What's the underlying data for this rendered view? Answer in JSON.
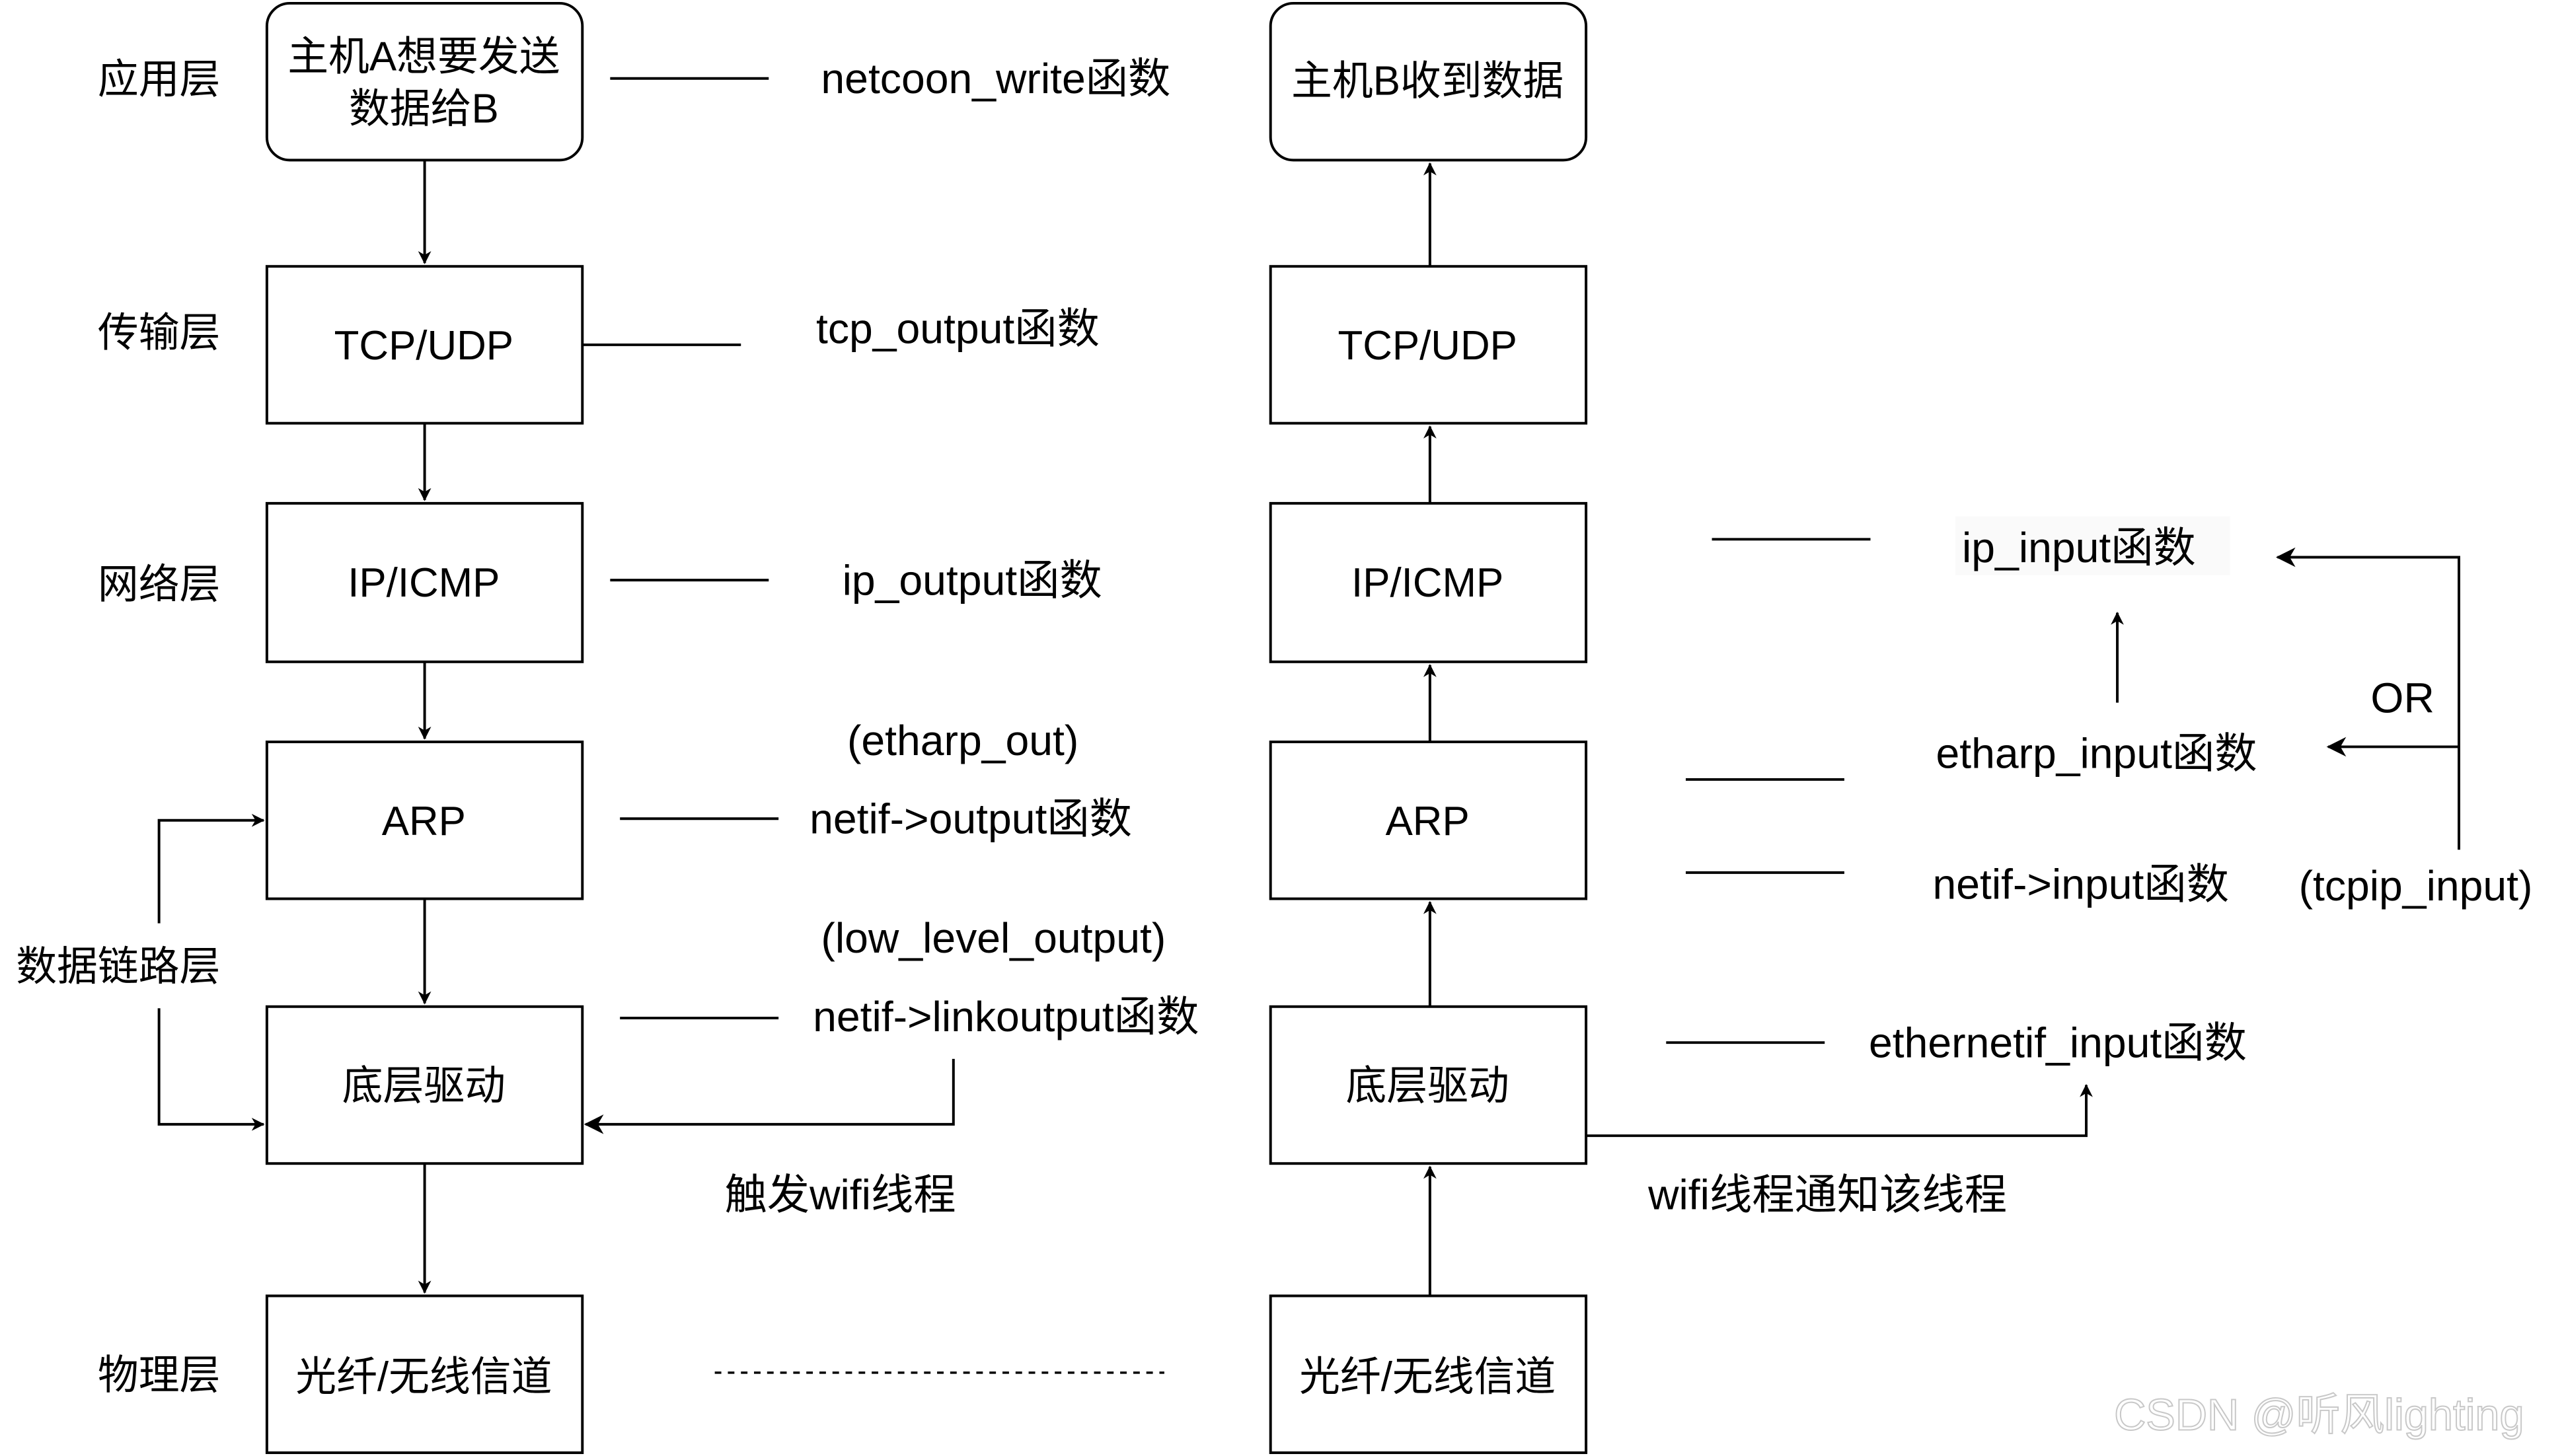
{
  "layers": {
    "application": "应用层",
    "transport": "传输层",
    "network": "网络层",
    "datalink": "数据链路层",
    "physical": "物理层"
  },
  "host_a": {
    "app_line1": "主机A想要发送",
    "app_line2": "数据给B",
    "transport": "TCP/UDP",
    "network": "IP/ICMP",
    "arp": "ARP",
    "driver": "底层驱动",
    "physical": "光纤/无线信道"
  },
  "host_b": {
    "app": "主机B收到数据",
    "transport": "TCP/UDP",
    "network": "IP/ICMP",
    "arp": "ARP",
    "driver": "底层驱动",
    "physical": "光纤/无线信道"
  },
  "send_functions": {
    "app": "netcoon_write函数",
    "transport": "tcp_output函数",
    "network": "ip_output函数",
    "arp_alias": "(etharp_out)",
    "arp": "netif->output函数",
    "driver_alias": "(low_level_output)",
    "driver": "netif->linkoutput函数",
    "trigger": "触发wifi线程"
  },
  "recv_functions": {
    "network": "ip_input函数",
    "or_label": "OR",
    "arp": "etharp_input函数",
    "netif_input": "netif->input函数",
    "netif_input_alias": "(tcpip_input)",
    "driver": "ethernetif_input函数",
    "notify": "wifi线程通知该线程"
  },
  "watermark": "CSDN @听风lighting"
}
